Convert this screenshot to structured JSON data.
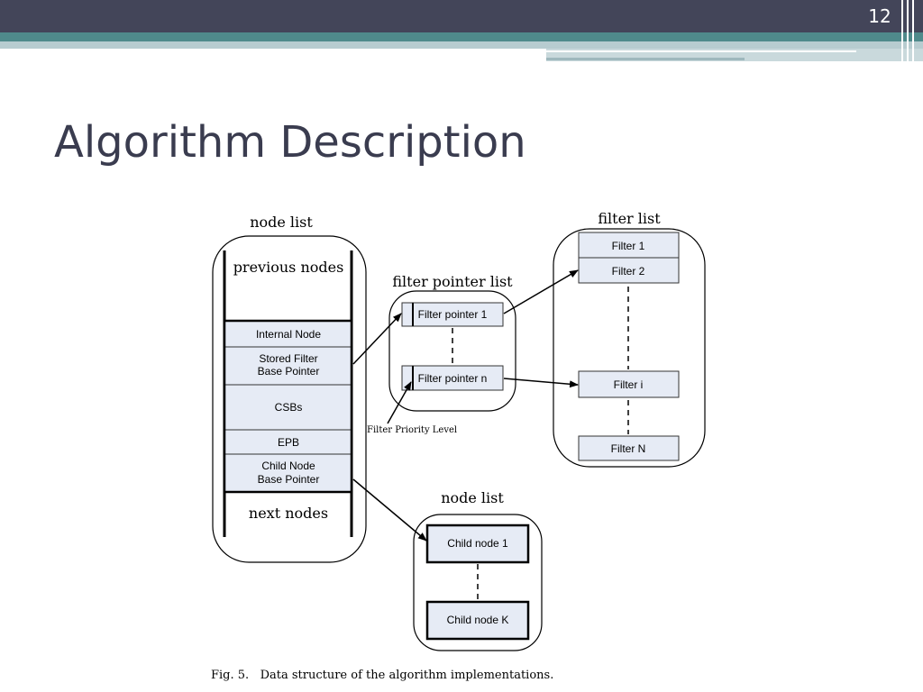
{
  "slide": {
    "page_number": "12",
    "title": "Algorithm Description"
  },
  "colors": {
    "header_dark": "#434559",
    "header_teal": "#4f8a8b",
    "box_fill": "#e6ebf5"
  },
  "diagram": {
    "node_list": {
      "title": "node list",
      "previous": "previous nodes",
      "next": "next nodes",
      "cells": {
        "internal_node": "Internal Node",
        "stored_filter_line1": "Stored Filter",
        "stored_filter_line2": "Base Pointer",
        "csbs": "CSBs",
        "epb": "EPB",
        "child_base_line1": "Child Node",
        "child_base_line2": "Base Pointer"
      }
    },
    "filter_pointer_list": {
      "title": "filter pointer list",
      "pointer_1": "Filter pointer 1",
      "pointer_n": "Filter pointer n",
      "priority_label": "Filter Priority Level"
    },
    "filter_list": {
      "title": "filter list",
      "filter_1": "Filter 1",
      "filter_2": "Filter 2",
      "filter_i": "Filter i",
      "filter_n": "Filter N"
    },
    "child_node_list": {
      "title": "node list",
      "child_1": "Child node 1",
      "child_k": "Child node K"
    },
    "caption": "Fig. 5.   Data structure of the algorithm implementations."
  }
}
